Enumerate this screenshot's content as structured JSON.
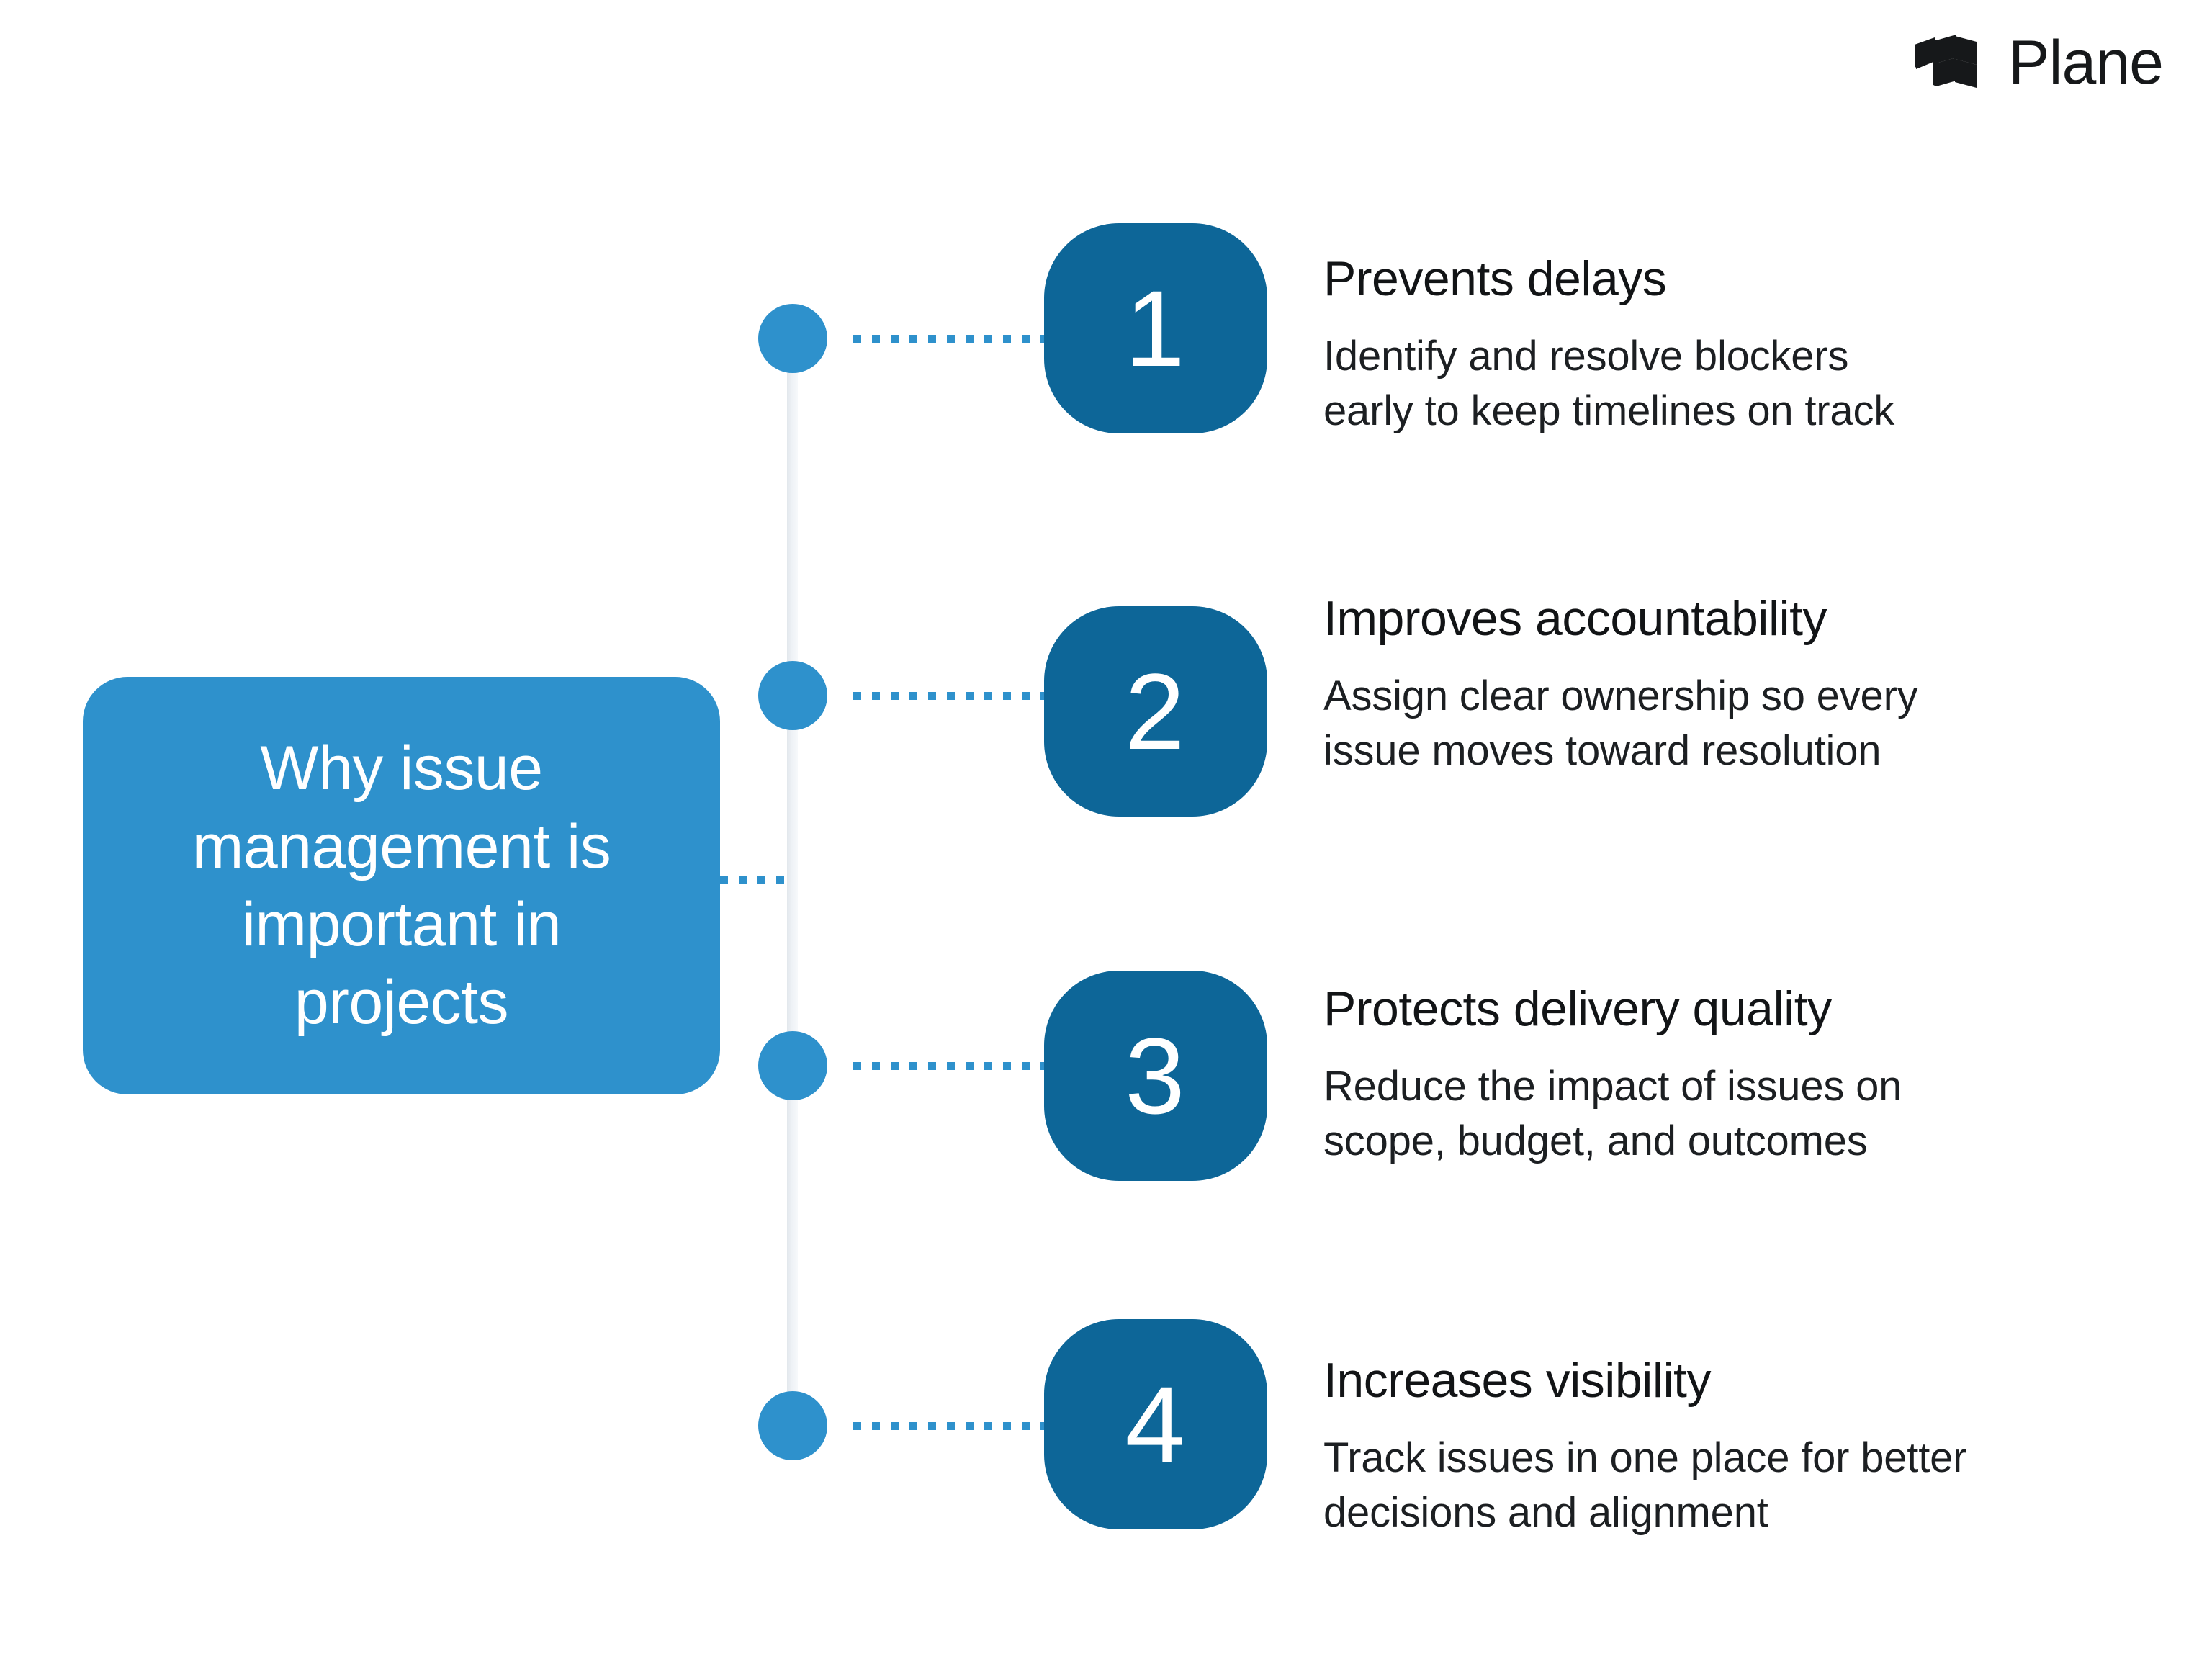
{
  "brand": {
    "name": "Plane",
    "logo_icon": "plane-logo-icon",
    "logo_color": "#16181a"
  },
  "center_label": {
    "text": "Why issue\nmanagement is\nimportant in\nprojects",
    "background_color": "#2E91CC",
    "text_color": "#FFFFFF"
  },
  "colors": {
    "badge": "#0D6698",
    "dot": "#2E91CC",
    "spine": "#EEF2F6",
    "connector": "#2E91CC",
    "heading": "#121416",
    "body": "#1C1F22",
    "page_background": "#FFFFFF"
  },
  "items": [
    {
      "number": "1",
      "title": "Prevents delays",
      "description": "Identify and resolve blockers\nearly to keep timelines on track"
    },
    {
      "number": "2",
      "title": "Improves accountability",
      "description": "Assign clear ownership so every\nissue moves toward resolution"
    },
    {
      "number": "3",
      "title": "Protects delivery quality",
      "description": "Reduce the impact of issues on\nscope, budget, and outcomes"
    },
    {
      "number": "4",
      "title": "Increases visibility",
      "description": "Track issues in one place for better\ndecisions and alignment"
    }
  ]
}
